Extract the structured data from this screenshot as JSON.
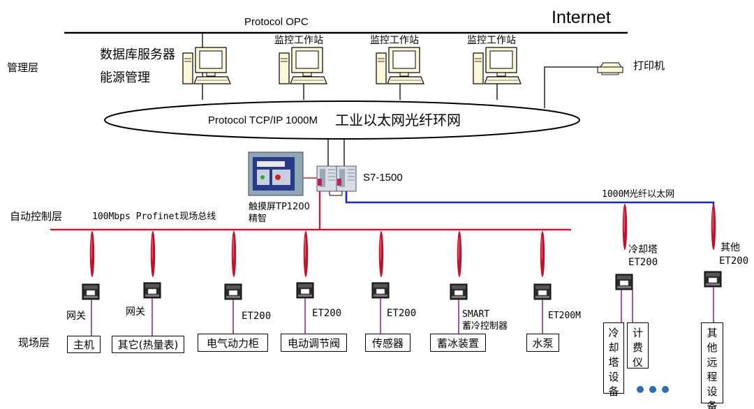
{
  "header": {
    "protocol_opc": "Protocol OPC",
    "internet": "Internet"
  },
  "management": {
    "layer_label": "管理层",
    "db_server": "数据库服务器",
    "energy_mgmt": "能源管理",
    "workstations": [
      "监控工作站",
      "监控工作站",
      "监控工作站"
    ],
    "printer": "打印机"
  },
  "ring": {
    "protocol": "Protocol TCP/IP  1000M",
    "name": "工业以太网光纤环网"
  },
  "controller": {
    "plc_label": "S7-1500",
    "hmi_line1": "触摸屏TP1200",
    "hmi_line2": "精智"
  },
  "auto_layer": {
    "layer_label": "自动控制层",
    "bus_label": "100Mbps Profinet现场总线",
    "fiber_label": "1000M光纤以太网"
  },
  "field": {
    "layer_label": "现场层",
    "stations": [
      {
        "label": "网关",
        "device": "主机"
      },
      {
        "label": "网关",
        "device": "其它(热量表)"
      },
      {
        "label": "ET200",
        "device": "电气动力柜"
      },
      {
        "label": "ET200",
        "device": "电动调节阀"
      },
      {
        "label": "ET200",
        "device": "传感器"
      },
      {
        "label": "SMART",
        "label2": "蓄冷控制器",
        "device": "蓄冰装置"
      },
      {
        "label": "ET200M",
        "device": "水泵"
      }
    ],
    "remote": [
      {
        "label1": "冷却塔",
        "label2": "ET200",
        "devices": [
          "冷却塔设备",
          "计费仪"
        ]
      },
      {
        "label1": "其他",
        "label2": "ET200",
        "devices": [
          "其他远程设备"
        ]
      }
    ]
  },
  "colors": {
    "bus_red": "#e0102a",
    "fiber_blue": "#1428d8",
    "drop_purple": "#8a1c8a",
    "antenna_red": "#c3102a",
    "dots_blue": "#2c6cb8"
  },
  "icons": [
    "workstation-computer-icon",
    "printer-icon",
    "plc-icon",
    "touchscreen-hmi-icon",
    "io-module-icon",
    "fiber-antenna-icon",
    "ellipsis-dots-icon"
  ]
}
